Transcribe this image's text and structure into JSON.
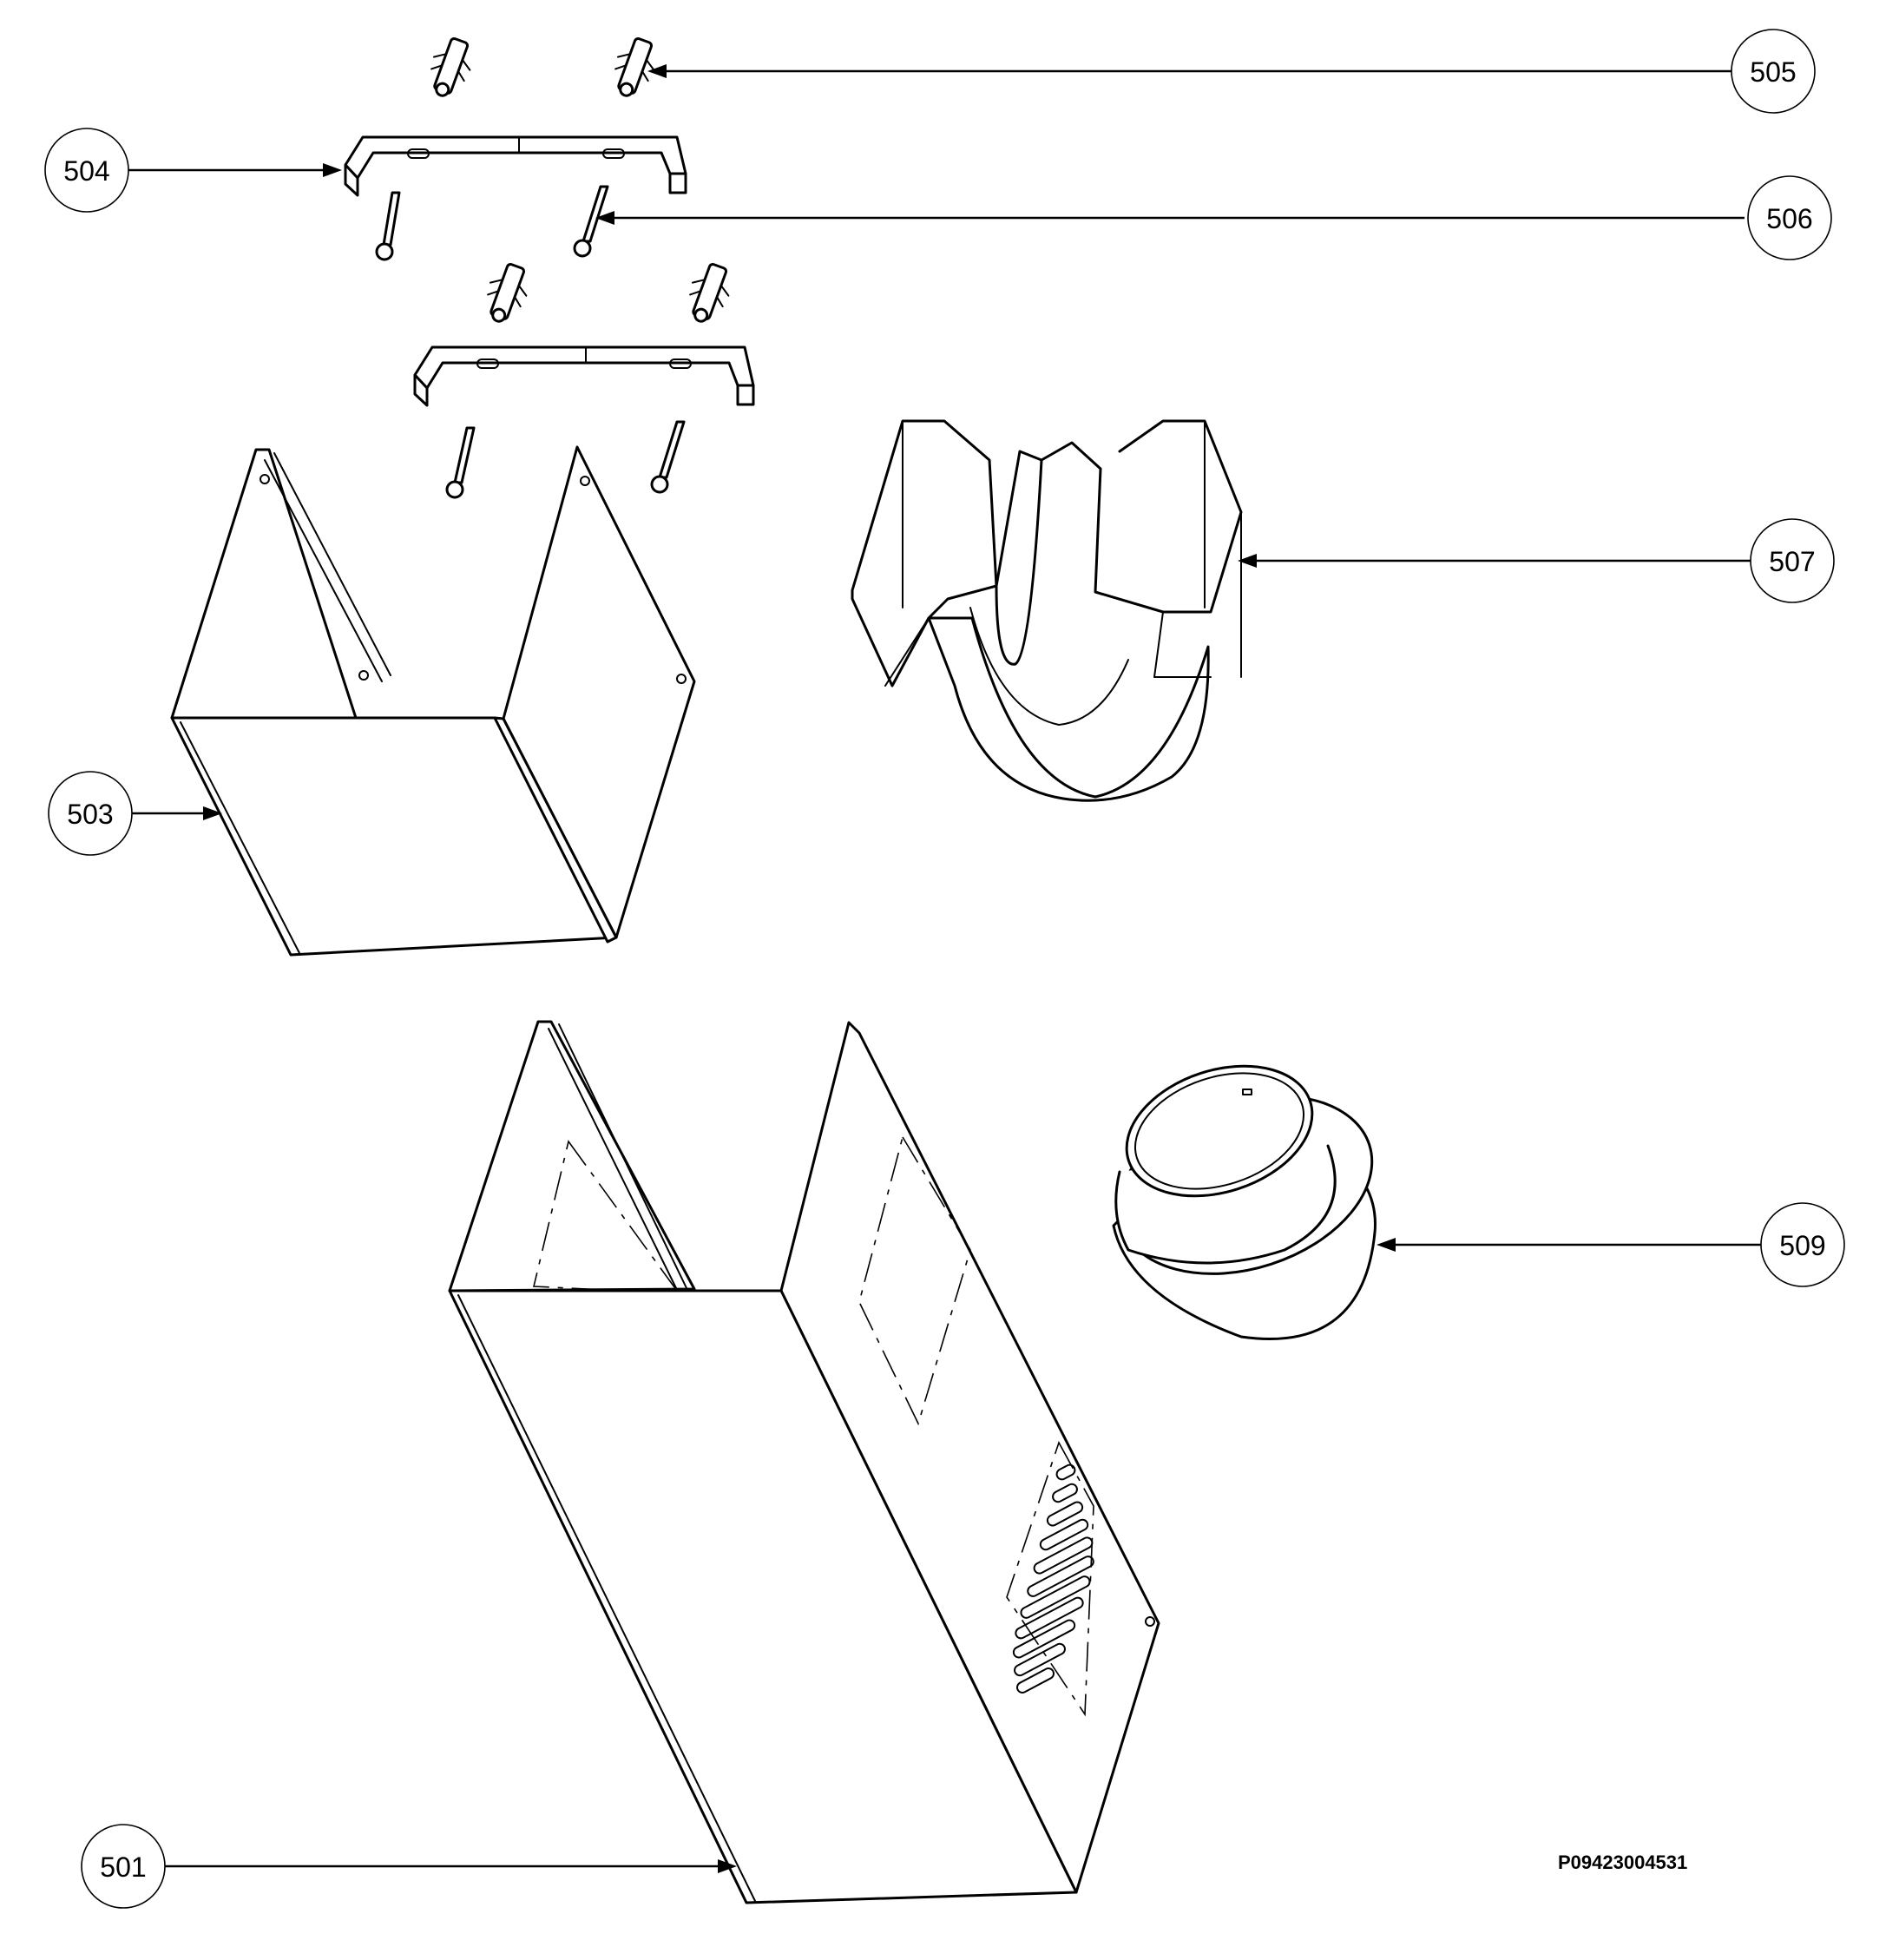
{
  "callouts": [
    {
      "id": "501",
      "label": "501"
    },
    {
      "id": "503",
      "label": "503"
    },
    {
      "id": "504",
      "label": "504"
    },
    {
      "id": "505",
      "label": "505"
    },
    {
      "id": "506",
      "label": "506"
    },
    {
      "id": "507",
      "label": "507"
    },
    {
      "id": "509",
      "label": "509"
    }
  ],
  "drawing_number": "P09423004531"
}
